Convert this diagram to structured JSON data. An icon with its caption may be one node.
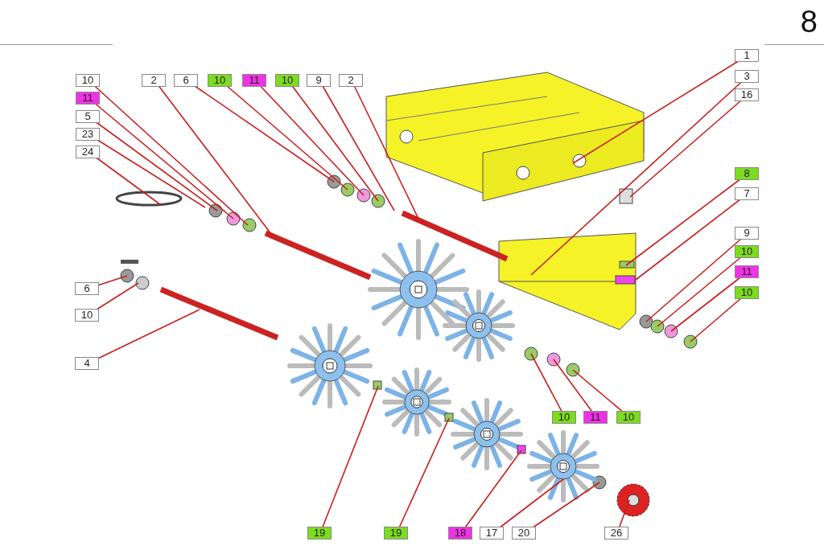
{
  "diagram": {
    "nodes": [
      {
        "text": [
          "10"
        ]
      },
      {
        "text": [
          "11"
        ]
      },
      {
        "text": [
          "5"
        ]
      },
      {
        "text": [
          "23"
        ]
      },
      {
        "text": [
          "24"
        ]
      },
      {
        "text": [
          "2"
        ]
      },
      {
        "text": [
          "6"
        ]
      },
      {
        "text": [
          "10"
        ]
      },
      {
        "text": [
          "11"
        ]
      },
      {
        "text": [
          "10"
        ]
      },
      {
        "text": [
          "9"
        ]
      },
      {
        "text": [
          "2"
        ]
      },
      {
        "text": [
          "1"
        ]
      },
      {
        "text": [
          "3"
        ]
      },
      {
        "text": [
          "16"
        ]
      },
      {
        "text": [
          "8"
        ]
      },
      {
        "text": [
          "7"
        ]
      },
      {
        "text": [
          "9"
        ]
      },
      {
        "text": [
          "10"
        ]
      },
      {
        "text": [
          "11"
        ]
      },
      {
        "text": [
          "10"
        ]
      },
      {
        "text": [
          "6"
        ]
      },
      {
        "text": [
          "10"
        ]
      },
      {
        "text": [
          "4"
        ]
      },
      {
        "text": [
          "10"
        ]
      },
      {
        "text": [
          "11"
        ]
      },
      {
        "text": [
          "10"
        ]
      },
      {
        "text": [
          "19"
        ]
      },
      {
        "text": [
          "19"
        ]
      },
      {
        "text": [
          "18"
        ]
      },
      {
        "text": [
          "17"
        ]
      },
      {
        "text": [
          "20"
        ]
      },
      {
        "text": [
          "26"
        ]
      }
    ],
    "edges": [
      {
        "from": 0,
        "to": null,
        "arrow": "none"
      },
      {
        "from": 1,
        "to": null,
        "arrow": "none"
      },
      {
        "from": 2,
        "to": null,
        "arrow": "none"
      },
      {
        "from": 3,
        "to": null,
        "arrow": "none"
      },
      {
        "from": 4,
        "to": null,
        "arrow": "none"
      },
      {
        "from": 5,
        "to": null,
        "arrow": "none"
      },
      {
        "from": 6,
        "to": null,
        "arrow": "none"
      },
      {
        "from": 7,
        "to": null,
        "arrow": "none"
      },
      {
        "from": 8,
        "to": null,
        "arrow": "none"
      },
      {
        "from": 9,
        "to": null,
        "arrow": "none"
      },
      {
        "from": 10,
        "to": null,
        "arrow": "none"
      },
      {
        "from": 11,
        "to": null,
        "arrow": "none"
      },
      {
        "from": 12,
        "to": null,
        "arrow": "none"
      },
      {
        "from": 13,
        "to": null,
        "arrow": "none"
      },
      {
        "from": 14,
        "to": null,
        "arrow": "none"
      },
      {
        "from": 15,
        "to": null,
        "arrow": "none"
      },
      {
        "from": 16,
        "to": null,
        "arrow": "none"
      },
      {
        "from": 17,
        "to": null,
        "arrow": "none"
      },
      {
        "from": 18,
        "to": null,
        "arrow": "none"
      },
      {
        "from": 19,
        "to": null,
        "arrow": "none"
      },
      {
        "from": 20,
        "to": null,
        "arrow": "none"
      },
      {
        "from": 21,
        "to": null,
        "arrow": "none"
      },
      {
        "from": 22,
        "to": null,
        "arrow": "none"
      },
      {
        "from": 23,
        "to": null,
        "arrow": "none"
      },
      {
        "from": 24,
        "to": null,
        "arrow": "none"
      },
      {
        "from": 25,
        "to": null,
        "arrow": "none"
      },
      {
        "from": 26,
        "to": null,
        "arrow": "none"
      },
      {
        "from": 27,
        "to": null,
        "arrow": "none"
      },
      {
        "from": 28,
        "to": null,
        "arrow": "none"
      },
      {
        "from": 29,
        "to": null,
        "arrow": "none"
      },
      {
        "from": 30,
        "to": null,
        "arrow": "none"
      },
      {
        "from": 31,
        "to": null,
        "arrow": "none"
      },
      {
        "from": 32,
        "to": null,
        "arrow": "none"
      }
    ],
    "labels": [
      "8"
    ]
  }
}
